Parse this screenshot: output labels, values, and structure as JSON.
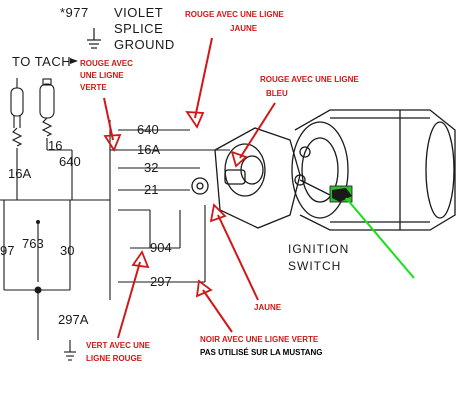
{
  "legend": {
    "line1": "*977",
    "line2": "VIOLET",
    "line3": "SPLICE",
    "line4": "GROUND"
  },
  "tach_label": "TO TACH",
  "wires": {
    "w16a_left": "16A",
    "w16": "16",
    "w640_left": "640",
    "w640": "640",
    "w16a": "16A",
    "w32": "32",
    "w21": "21",
    "w904": "904",
    "w297": "297",
    "w763": "763",
    "w97": "97",
    "w30": "30",
    "w297a": "297A"
  },
  "annotations": {
    "rouge_jaune_1": "ROUGE AVEC UNE LIGNE",
    "rouge_jaune_2": "JAUNE",
    "rouge_verte_1": "ROUGE AVEC",
    "rouge_verte_2": "UNE LIGNE",
    "rouge_verte_3": "VERTE",
    "rouge_bleu_1": "ROUGE AVEC UNE LIGNE",
    "rouge_bleu_2": "BLEU",
    "jaune": "JAUNE",
    "vert_rouge_1": "VERT AVEC UNE",
    "vert_rouge_2": "LIGNE ROUGE",
    "noir_verte": "NOIR AVEC UNE LIGNE VERTE",
    "pas_utilise": "PAS UTILISÉ SUR LA MUSTANG"
  },
  "switch_label": {
    "line1": "IGNITION",
    "line2": "SWITCH"
  },
  "colors": {
    "line": "#1a1a1a",
    "annotation": "#d01818",
    "pointer": "#18e018",
    "highlight": "#2fbf2f"
  }
}
